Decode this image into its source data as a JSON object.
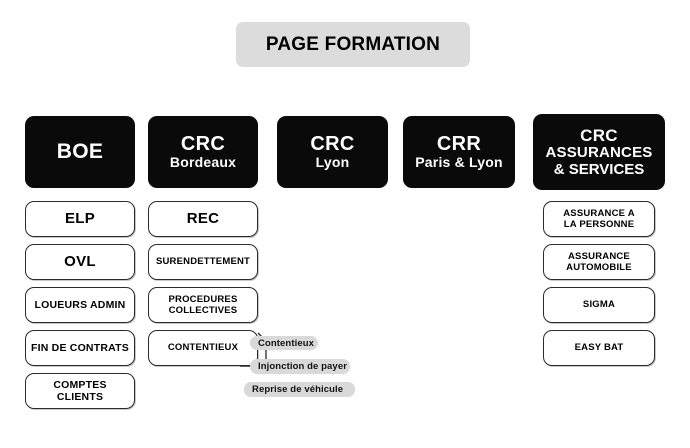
{
  "page": {
    "background_color": "#ffffff",
    "title": "PAGE FORMATION",
    "title_background": "#dcdcdc",
    "header_color": "#0a0a0a",
    "chip_color": "#d9d9d9"
  },
  "columns": [
    {
      "id": "boe",
      "header": {
        "line1": "BOE",
        "line2": "",
        "line3": ""
      },
      "items": [
        {
          "label": "ELP",
          "size": "lg"
        },
        {
          "label": "OVL",
          "size": "lg"
        },
        {
          "label": "LOUEURS ADMIN",
          "size": "md"
        },
        {
          "label": "FIN DE CONTRATS",
          "size": "md"
        },
        {
          "label": "COMPTES CLIENTS",
          "size": "md"
        }
      ]
    },
    {
      "id": "crc-bordeaux",
      "header": {
        "line1": "CRC",
        "line2": "Bordeaux",
        "line3": ""
      },
      "items": [
        {
          "label": "REC",
          "size": "lg"
        },
        {
          "label": "SURENDETTEMENT",
          "size": "sm"
        },
        {
          "label": "PROCEDURES\nCOLLECTIVES",
          "size": "sm"
        },
        {
          "label": "CONTENTIEUX",
          "size": "sm"
        }
      ],
      "sub_items": [
        {
          "label": "Contentieux"
        },
        {
          "label": "Injonction de payer"
        },
        {
          "label": "Reprise de véhicule"
        }
      ]
    },
    {
      "id": "crc-lyon",
      "header": {
        "line1": "CRC",
        "line2": "Lyon",
        "line3": ""
      },
      "items": []
    },
    {
      "id": "crr-paris-lyon",
      "header": {
        "line1": "CRR",
        "line2": "Paris & Lyon",
        "line3": ""
      },
      "items": []
    },
    {
      "id": "crc-assurances-services",
      "header": {
        "line1": "CRC",
        "line2": "ASSURANCES",
        "line3": "& SERVICES"
      },
      "items": [
        {
          "label": "ASSURANCE A\nLA PERSONNE",
          "size": "sm"
        },
        {
          "label": "ASSURANCE\nAUTOMOBILE",
          "size": "sm"
        },
        {
          "label": "SIGMA",
          "size": "sm"
        },
        {
          "label": "EASY BAT",
          "size": "sm"
        }
      ]
    }
  ]
}
